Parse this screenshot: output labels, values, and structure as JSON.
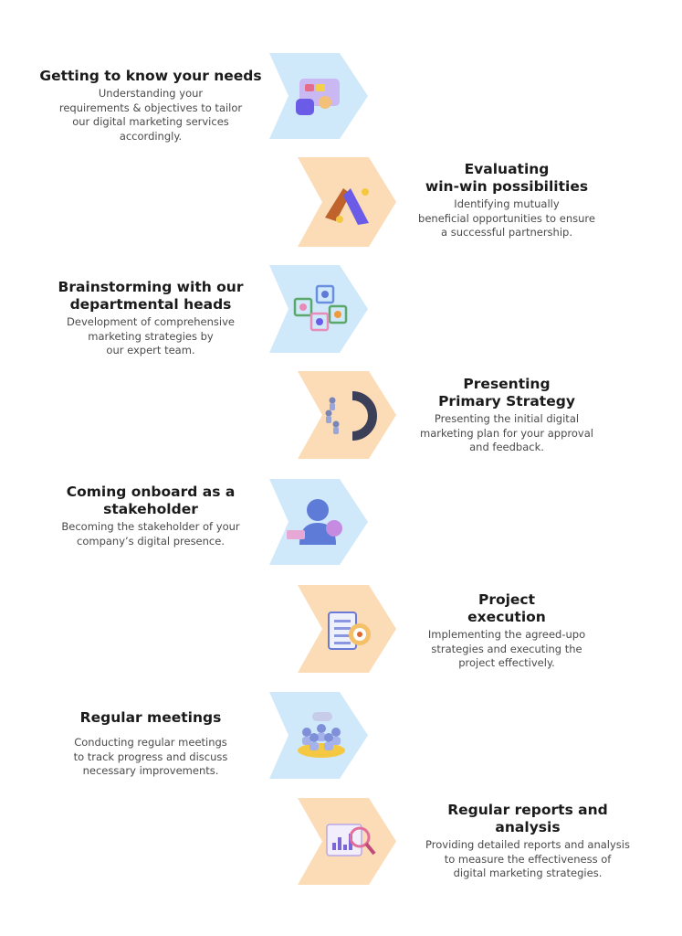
{
  "colors": {
    "blue": "#cfe9fa",
    "peach": "#fbdcb7",
    "title": "#1a1a1a",
    "desc": "#4a4a4a"
  },
  "steps": [
    {
      "title": "Getting to know your needs",
      "desc": "Understanding your\nrequirements & objectives to tailor\nour digital marketing services\naccordingly.",
      "side": "left",
      "color": "blue",
      "icon": "tablet-with-hand-icon"
    },
    {
      "title": "Evaluating\nwin-win possibilities",
      "desc": "Identifying mutually\nbeneficial opportunities to ensure\na successful partnership.",
      "side": "right",
      "color": "peach",
      "icon": "high-five-hands-icon"
    },
    {
      "title": "Brainstorming with our\ndepartmental heads",
      "desc": "Development of comprehensive\nmarketing strategies by\nour expert team.",
      "side": "left",
      "color": "blue",
      "icon": "team-network-icon"
    },
    {
      "title": "Presenting\nPrimary Strategy",
      "desc": "Presenting the initial digital\nmarketing plan for your approval\nand feedback.",
      "side": "right",
      "color": "peach",
      "icon": "magnet-people-icon"
    },
    {
      "title": "Coming onboard as a\nstakeholder",
      "desc": "Becoming the stakeholder of your\ncompany’s digital presence.",
      "side": "left",
      "color": "blue",
      "icon": "person-avatar-icon"
    },
    {
      "title": "Project\nexecution",
      "desc": "Implementing the agreed-upo\nstrategies and executing the\nproject effectively.",
      "side": "right",
      "color": "peach",
      "icon": "checklist-target-icon"
    },
    {
      "title": "Regular meetings",
      "desc": "Conducting regular meetings\nto track progress and discuss\nnecessary improvements.",
      "side": "left",
      "color": "blue",
      "icon": "meeting-group-icon"
    },
    {
      "title": "Regular reports and\nanalysis",
      "desc": "Providing detailed reports and analysis\nto measure the effectiveness of\ndigital marketing strategies.",
      "side": "right",
      "color": "peach",
      "icon": "report-magnifier-icon"
    }
  ]
}
